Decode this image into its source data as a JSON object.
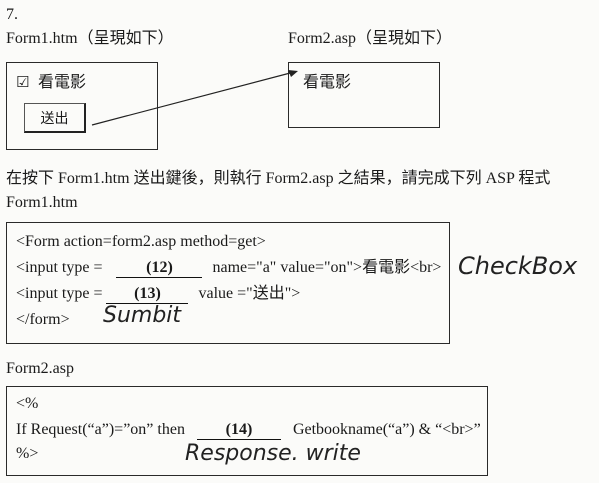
{
  "question_number": "7.",
  "form1_caption": "Form1.htm（呈現如下）",
  "form2_caption": "Form2.asp（呈現如下）",
  "form1_preview": {
    "checkbox_glyph": "☑",
    "checkbox_label": "看電影",
    "submit_label": "送出"
  },
  "form2_preview": {
    "output_text": "看電影"
  },
  "instruction": "在按下 Form1.htm 送出鍵後，則執行 Form2.asp 之結果，請完成下列 ASP 程式",
  "form1_filename": "Form1.htm",
  "form1_code": {
    "line1": "<Form action=form2.asp method=get>",
    "line2_prefix": "<input type = ",
    "blank12": "(12)",
    "line2_suffix": " name=\"a\" value=\"on\">看電影<br>",
    "line3_prefix": "<input type =",
    "blank13": "(13)",
    "line3_suffix": " value =\"送出\">",
    "line4": "</form>"
  },
  "handwriting": {
    "answer12": "CheckBox",
    "answer13": "Sumbit",
    "answer14": "Response. write"
  },
  "form2_filename": "Form2.asp",
  "form2_code": {
    "line1": "<%",
    "line2_prefix": "If Request(“a”)=”on” then ",
    "blank14": "(14)",
    "line2_suffix": " Getbookname(“a”) & “<br>”",
    "line3": "%>"
  }
}
